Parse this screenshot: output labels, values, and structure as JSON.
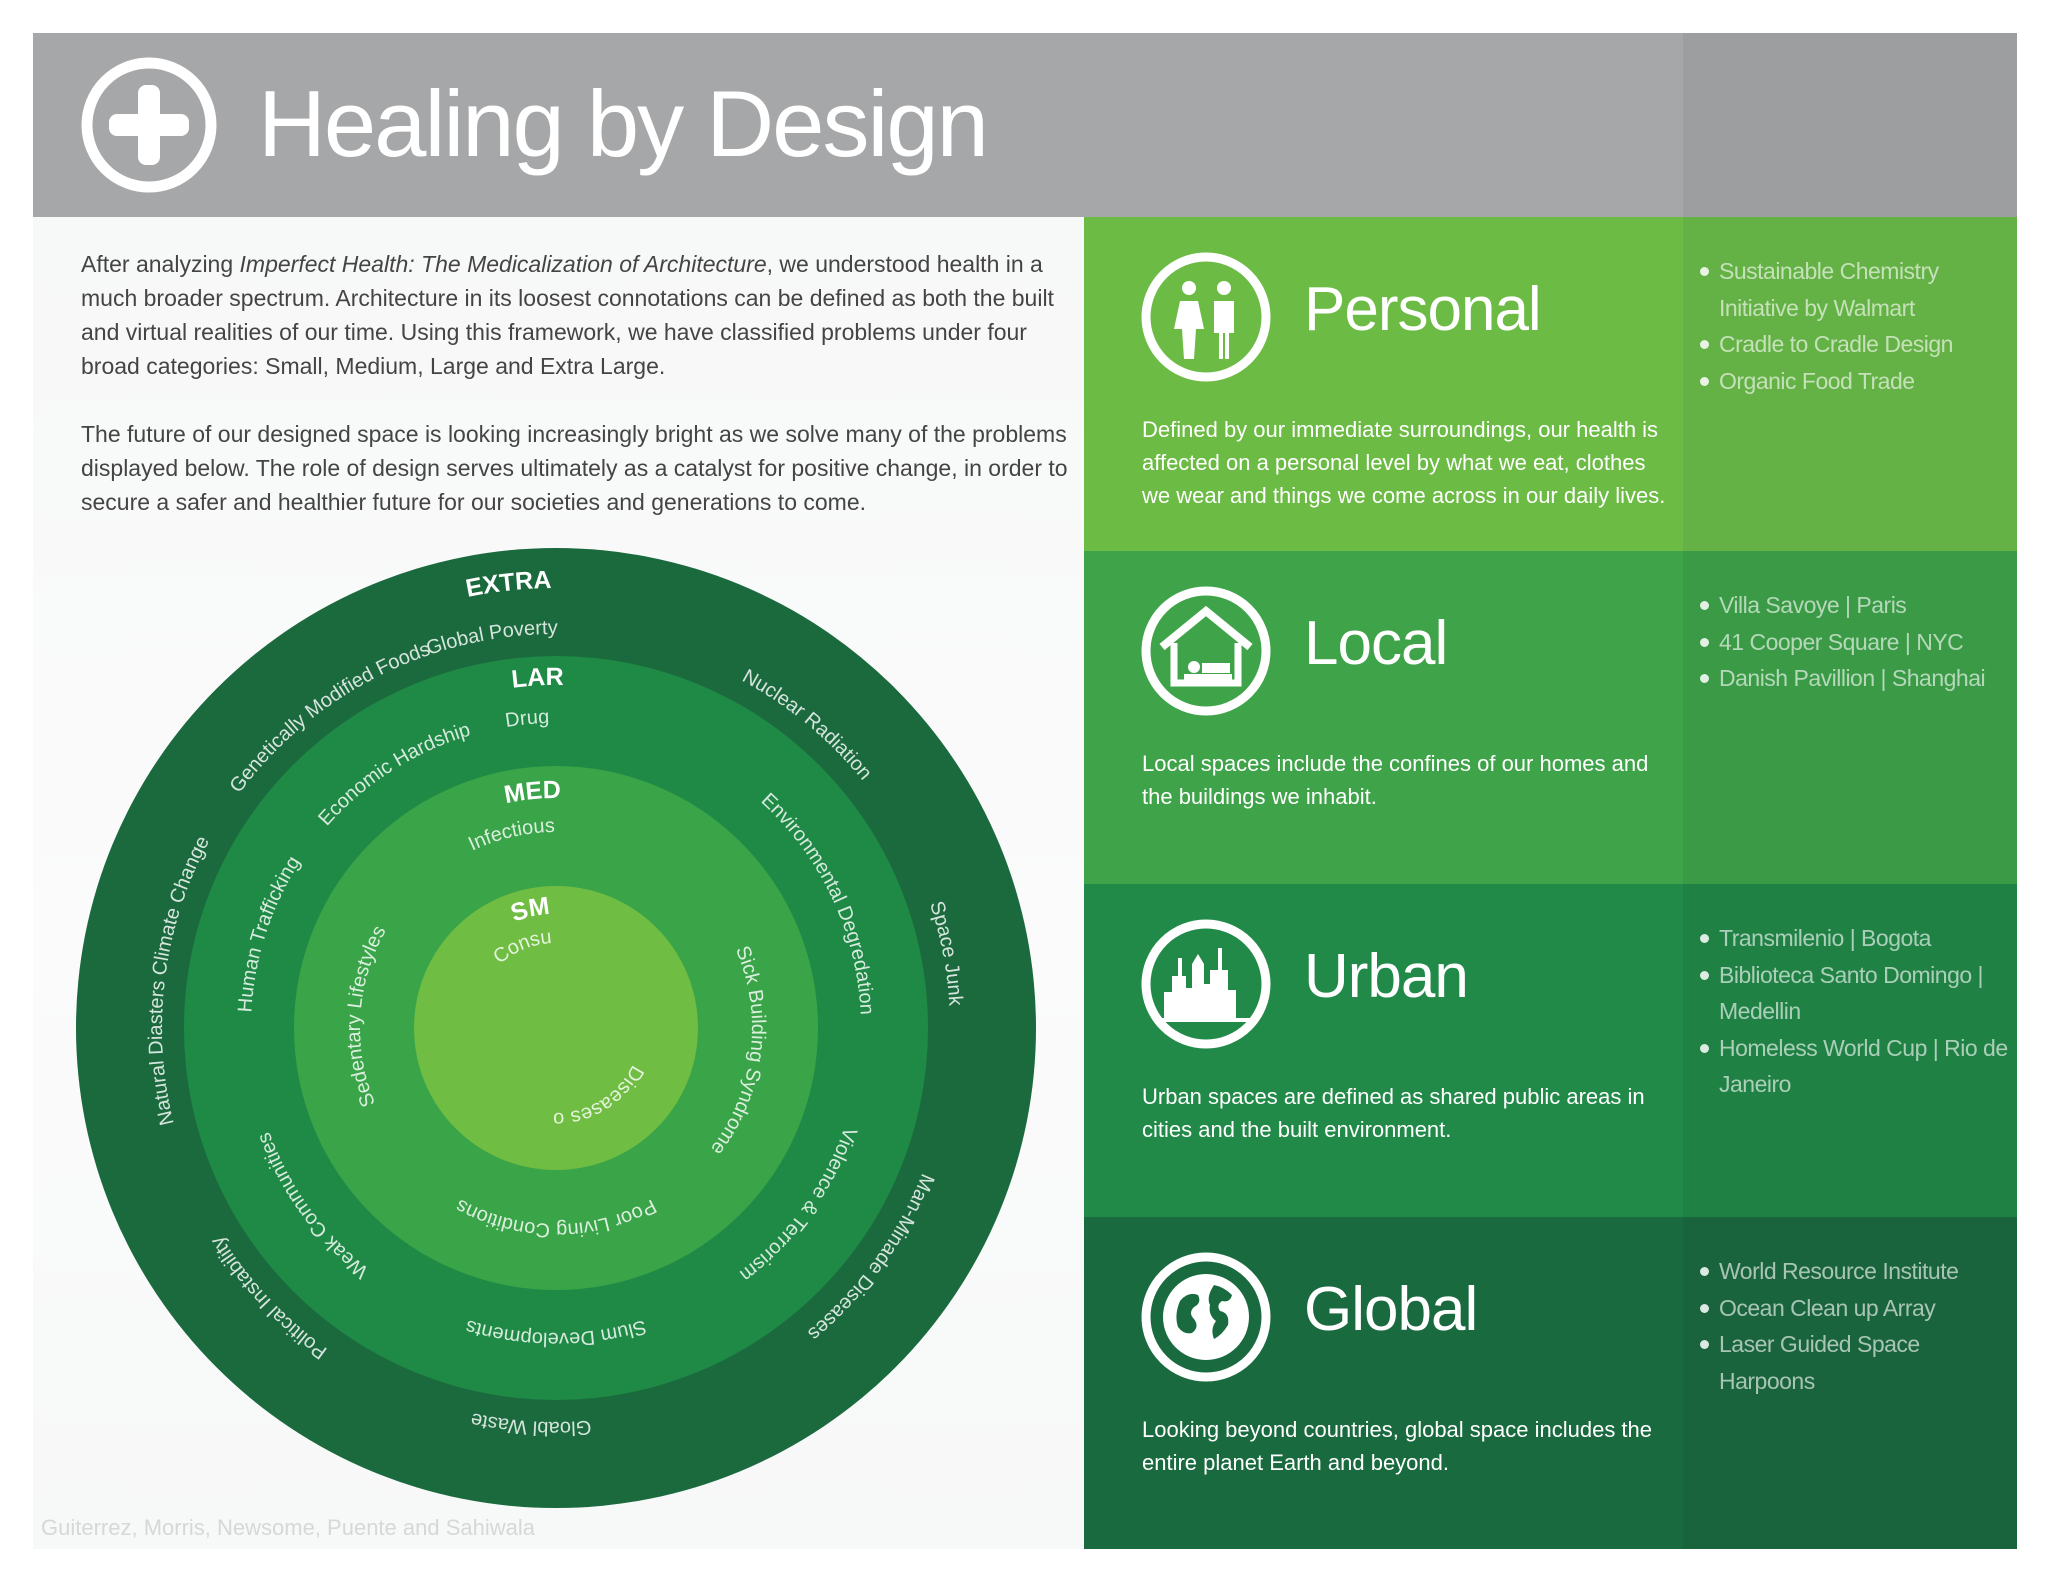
{
  "header": {
    "title": "Healing by Design"
  },
  "intro": {
    "p1_before": "After analyzing ",
    "p1_italic": "Imperfect Health: The Medicalization of Architecture",
    "p1_after": ", we understood health in a much broader spectrum. Architecture in its loosest connotations can be defined as both the built and virtual realities of our time. Using this framework, we have classified problems under four broad categories: Small, Medium, Large and Extra Large.",
    "p2": "The future of our designed space is looking increasingly bright as we solve many of the problems displayed below. The role of design serves ultimately as a catalyst for positive change, in order to secure a safer and healthier future for our societies and generations to come."
  },
  "rings": {
    "extra_large": {
      "title": "EXTRA LARGE",
      "items": [
        "Global Poverty & Malnutrition",
        "Nuclear Radiation",
        "Space Junk",
        "Man-Minade Diseases",
        "Gloabl Waste",
        "Political Instability",
        "Natural Diasters",
        "Climate Change",
        "Genetically Modified Foods"
      ]
    },
    "large": {
      "title": "LARGE",
      "items": [
        "Drug Trade",
        "Environmental Degredation",
        "Violence & Terrorism",
        "Slum Developments",
        "Weak Communities",
        "Human Trafficking",
        "Economic Hardship"
      ]
    },
    "medium": {
      "title": "MEDIUM",
      "items": [
        "Infectious Diseases",
        "Sick Building Syndrome",
        "Poor Living Conditions",
        "Sedentary Lifestyles"
      ]
    },
    "small": {
      "title": "SMALL",
      "items": [
        "Consumerism",
        "Diseases of Affluence"
      ]
    },
    "colors": {
      "extra_large": "#1a6a3e",
      "large": "#1e8a45",
      "medium": "#3aa449",
      "small": "#6fbd43"
    }
  },
  "credit": "Guiterrez, Morris, Newsome, Puente and Sahiwala",
  "panels": [
    {
      "icon": "people-icon",
      "title": "Personal",
      "description": "Defined by our immediate surroundings, our health is affected on a personal level by what we eat, clothes we wear and things we come across in our daily lives.",
      "examples": [
        "Sustainable Chemistry Initiative by Walmart",
        "Cradle to Cradle Design",
        "Organic Food Trade"
      ],
      "color": "#6cbb45",
      "side_color": "#64b145"
    },
    {
      "icon": "house-bed-icon",
      "title": "Local",
      "description": "Local spaces include the confines of our homes and the buildings we inhabit.",
      "examples": [
        "Villa Savoye | Paris",
        "41 Cooper Square | NYC",
        "Danish Pavillion | Shanghai"
      ],
      "color": "#3fa449",
      "side_color": "#3a9a46"
    },
    {
      "icon": "skyline-icon",
      "title": "Urban",
      "description": "Urban spaces are defined as shared public areas in cities and the built environment.",
      "examples": [
        "Transmilenio | Bogota",
        "Biblioteca Santo Domingo | Medellin",
        "Homeless World Cup | Rio de Janeiro"
      ],
      "color": "#218a48",
      "side_color": "#208144"
    },
    {
      "icon": "globe-icon",
      "title": "Global",
      "description": "Looking beyond countries, global space includes the entire planet Earth and beyond.",
      "examples": [
        "World Resource Institute",
        "Ocean Clean up Array",
        "Laser Guided Space Harpoons"
      ],
      "color": "#1a6a3f",
      "side_color": "#19643c"
    }
  ]
}
